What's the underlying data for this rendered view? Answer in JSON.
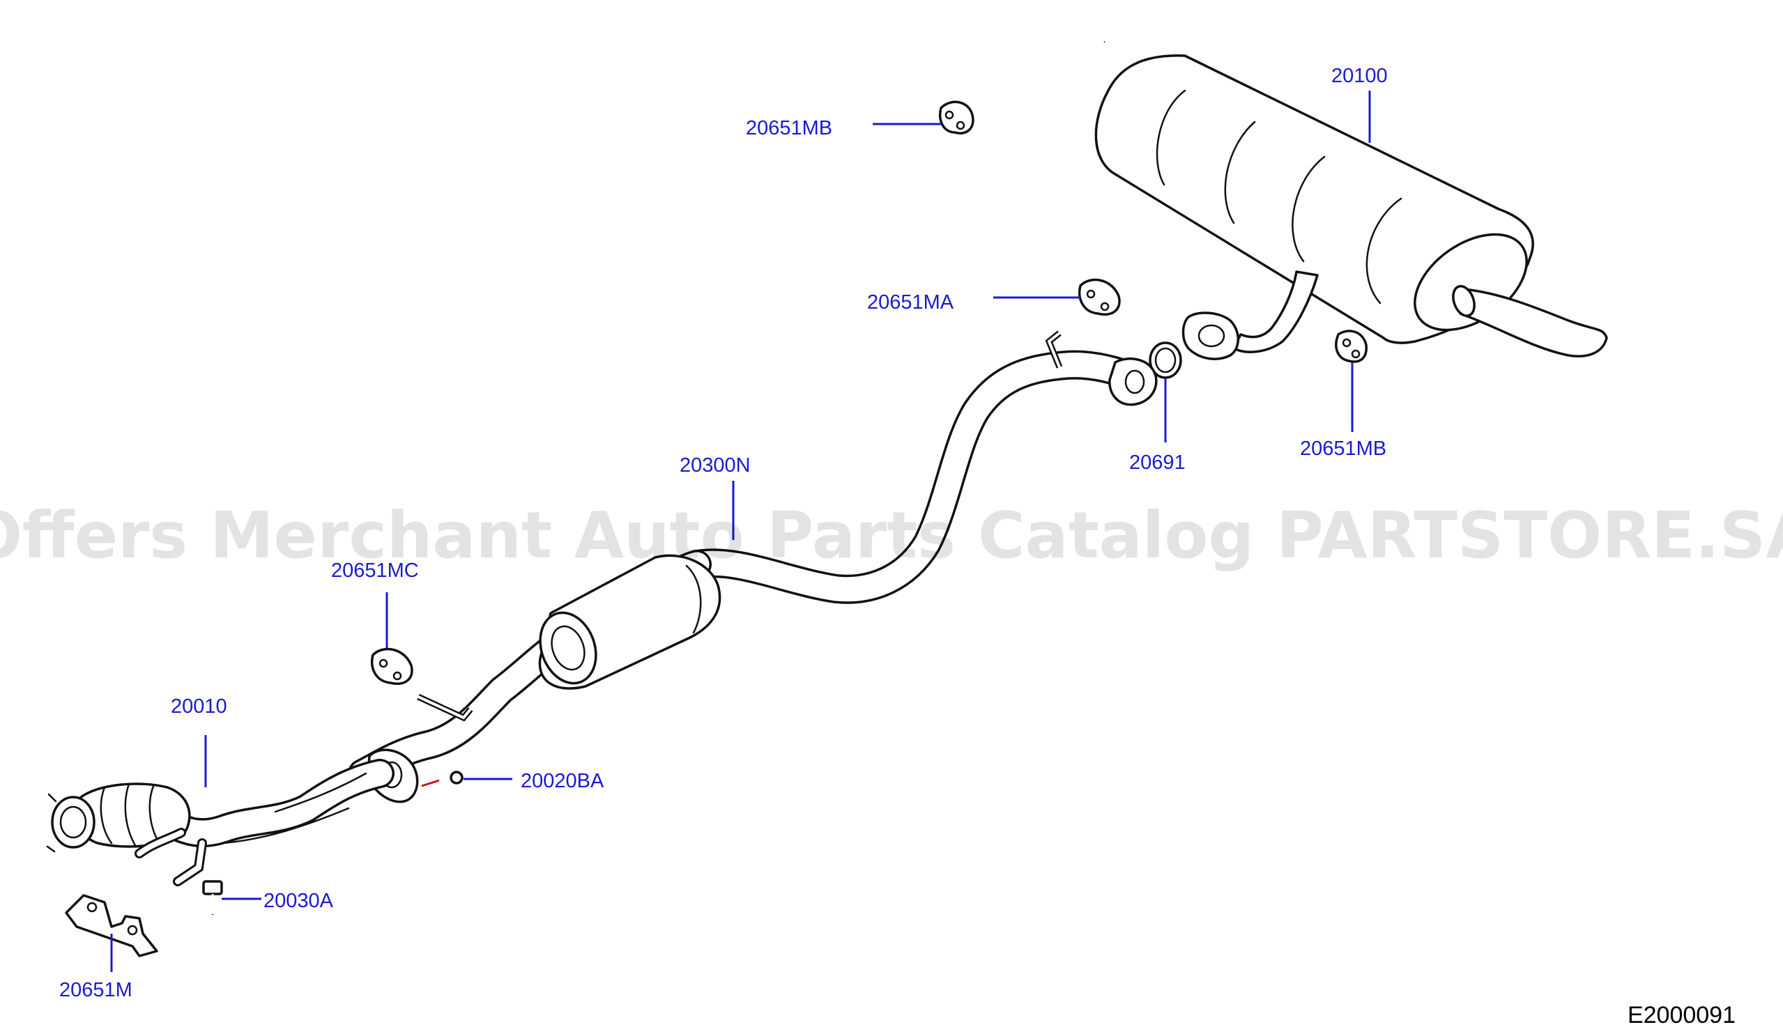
{
  "parts": {
    "main_muffler": "20100",
    "mounting_rubber_top": "20651MB",
    "mounting_rubber_mid": "20651MA",
    "gasket": "20691",
    "mounting_rubber_rear": "20651MB",
    "center_tube": "20300N",
    "mounting_rubber_center": "20651MC",
    "front_tube": "20010",
    "nut": "20020BA",
    "bolt": "20030A",
    "bracket": "20651M"
  },
  "watermark": "Offers Merchant Auto Parts Catalog PARTSTORE.SA",
  "diagram_code": "E2000091",
  "colors": {
    "label": "#1a1ad0",
    "outline": "#111111",
    "marker": "#d01010"
  }
}
